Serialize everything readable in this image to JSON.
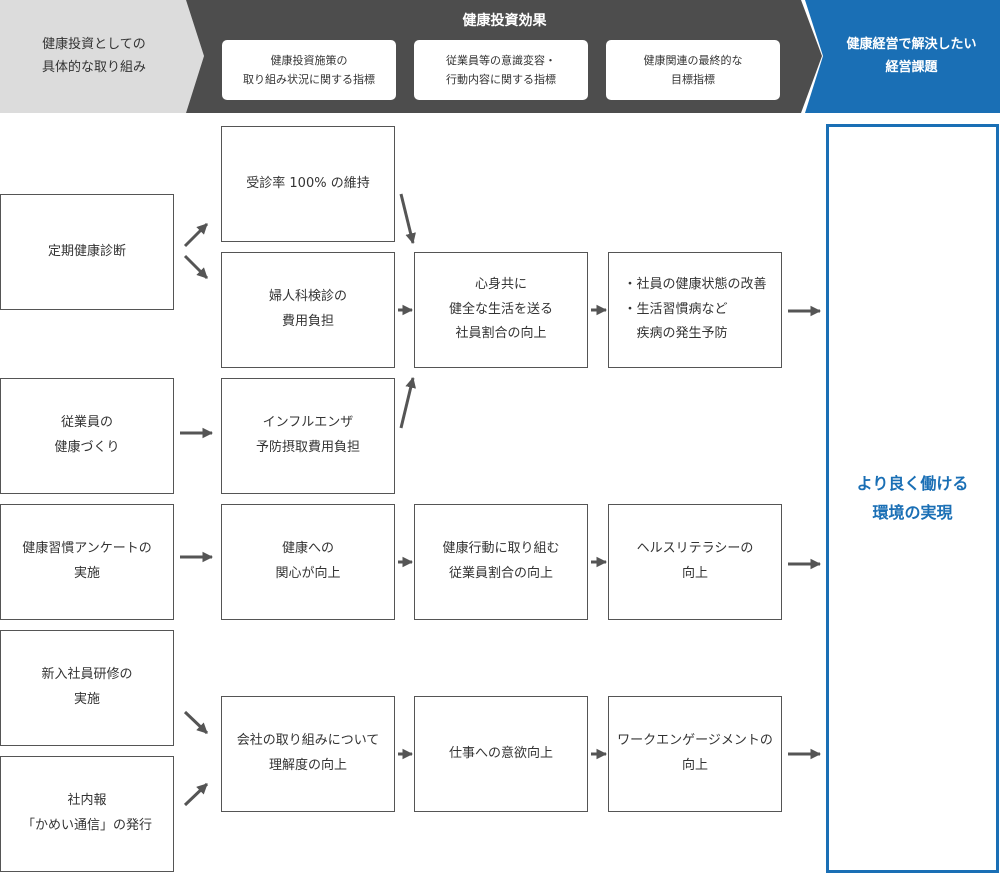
{
  "header": {
    "left_label": "健康投資としての\n具体的な取り組み",
    "mid_title": "健康投資効果",
    "sub_labels": [
      "健康投資施策の\n取り組み状況に関する指標",
      "従業員等の意識変容・\n行動内容に関する指標",
      "健康関連の最終的な\n目標指標"
    ],
    "right_label": "健康経営で解決したい\n経営課題"
  },
  "initiatives": [
    "定期健康診断",
    "従業員の\n健康づくり",
    "健康習慣アンケートの\n実施",
    "新入社員研修の\n実施",
    "社内報\n「かめい通信」の発行"
  ],
  "indicators": [
    "受診率 100% の維持",
    "婦人科検診の\n費用負担",
    "インフルエンザ\n予防摂取費用負担",
    "健康への\n関心が向上",
    "会社の取り組みについて\n理解度の向上"
  ],
  "behaviors": [
    "心身共に\n健全な生活を送る\n社員割合の向上",
    "健康行動に取り組む\n従業員割合の向上",
    "仕事への意欲向上"
  ],
  "outcomes": [
    "・社員の健康状態の改善\n・生活習慣病など\n　疾病の発生予防",
    "ヘルスリテラシーの\n向上",
    "ワークエンゲージメントの\n向上"
  ],
  "goal": "より良く働ける\n環境の実現",
  "colors": {
    "header_left": "#dcdcdc",
    "header_mid": "#4d4d4d",
    "header_right": "#1a6fb5",
    "border": "#555555",
    "arrow": "#555555",
    "goal": "#1a6fb5"
  }
}
